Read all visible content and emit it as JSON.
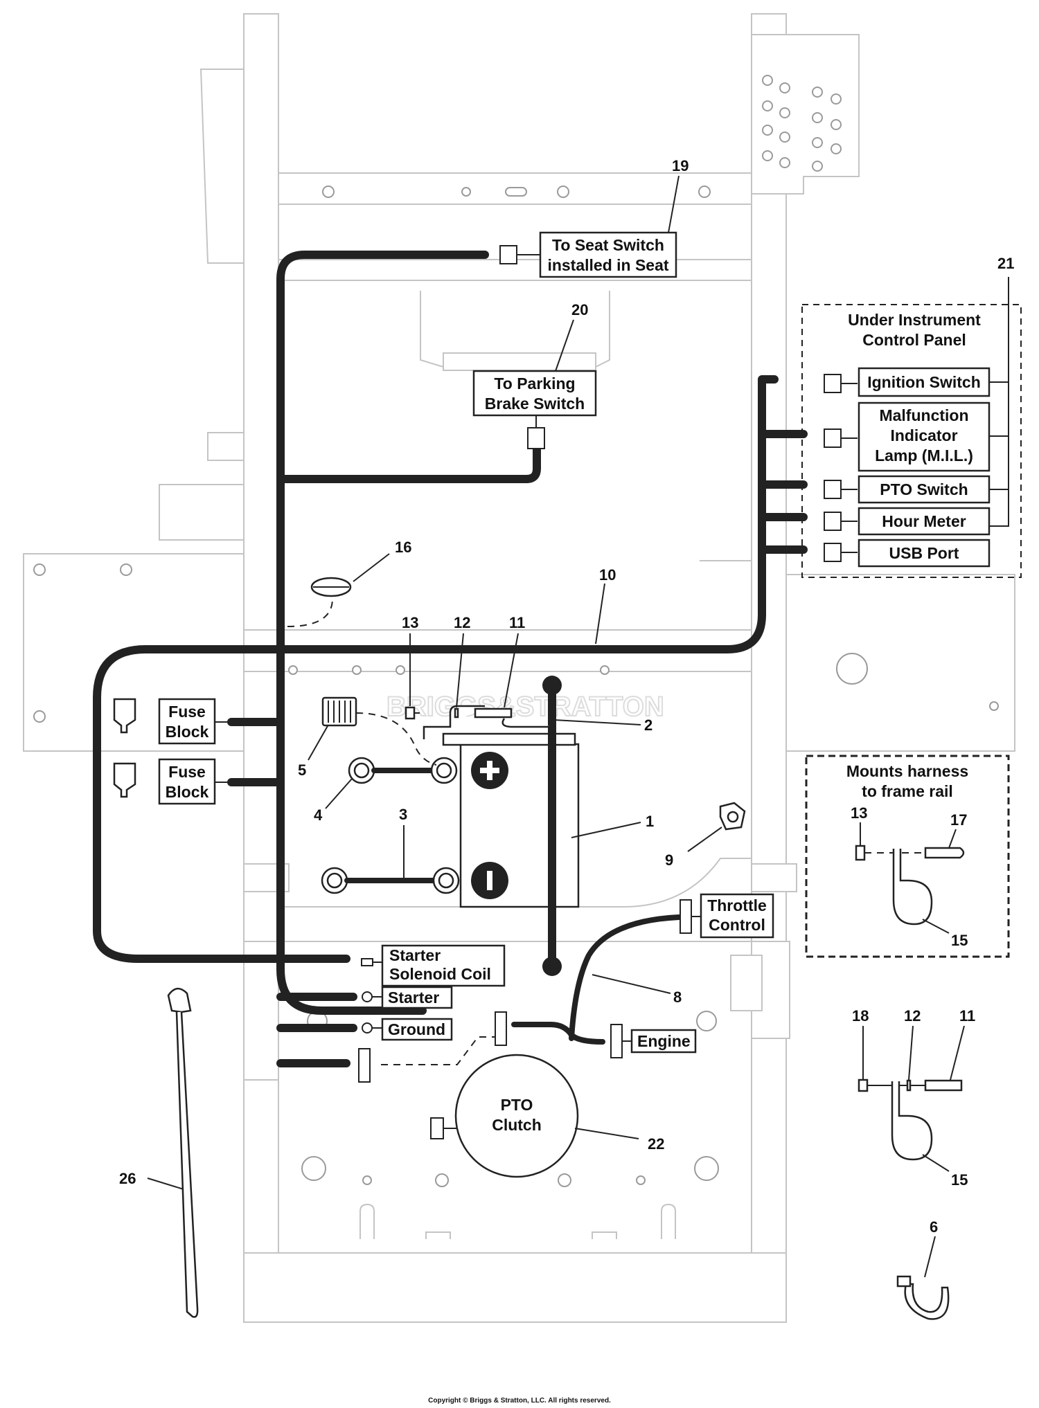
{
  "labels": {
    "seat_switch": [
      "To Seat Switch",
      "installed in Seat"
    ],
    "parking_brake": [
      "To Parking",
      "Brake Switch"
    ],
    "panel_title": [
      "Under Instrument",
      "Control Panel"
    ],
    "ignition": "Ignition Switch",
    "mil": [
      "Malfunction",
      "Indicator",
      "Lamp (M.I.L.)"
    ],
    "pto_switch": "PTO Switch",
    "hour_meter": "Hour Meter",
    "usb": "USB Port",
    "fuse1": [
      "Fuse",
      "Block"
    ],
    "fuse2": [
      "Fuse",
      "Block"
    ],
    "starter_solenoid": [
      "Starter",
      "Solenoid Coil"
    ],
    "starter": "Starter",
    "ground": "Ground",
    "engine": "Engine",
    "throttle": [
      "Throttle",
      "Control"
    ],
    "pto_clutch": [
      "PTO",
      "Clutch"
    ],
    "mounts": [
      "Mounts harness",
      "to frame rail"
    ]
  },
  "watermark": "BRIGGS&STRATTON",
  "callouts": {
    "c1": "1",
    "c2": "2",
    "c3": "3",
    "c4": "4",
    "c5": "5",
    "c6": "6",
    "c8": "8",
    "c9": "9",
    "c10": "10",
    "c11": "11",
    "c12": "12",
    "c13": "13",
    "c15": "15",
    "c16": "16",
    "c17": "17",
    "c19": "19",
    "c20": "20",
    "c21": "21",
    "c22": "22",
    "c26": "26",
    "d11": "11",
    "d12": "12",
    "d13": "13",
    "d15": "15",
    "d18": "18"
  },
  "copyright": "Copyright © Briggs & Stratton, LLC. All rights reserved."
}
